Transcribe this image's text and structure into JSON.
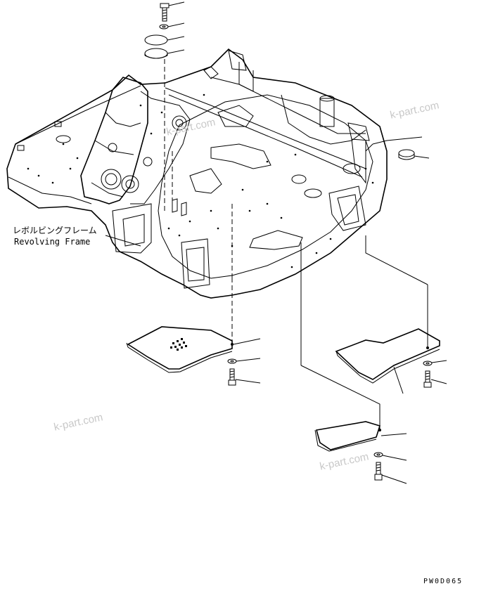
{
  "labels": {
    "frame_jp": "レボルビングフレーム",
    "frame_en": "Revolving Frame"
  },
  "watermarks": [
    "k-part.com",
    "k-part.com",
    "k-part.com",
    "k-part.com"
  ],
  "drawing_code": "PW0D065"
}
